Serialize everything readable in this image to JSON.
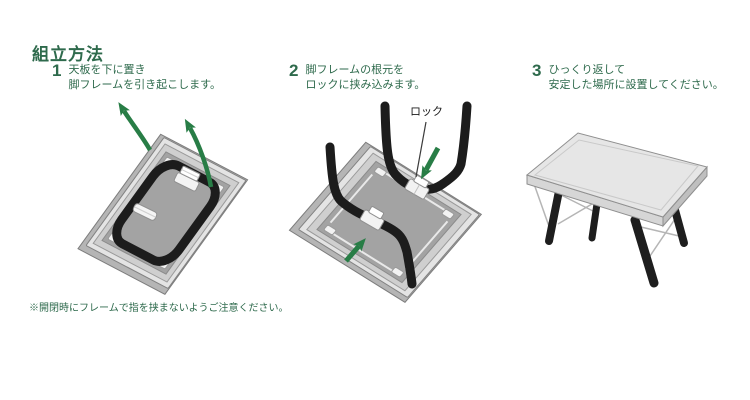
{
  "document": {
    "title": "組立方法"
  },
  "steps": [
    {
      "number": "1",
      "lines": [
        "天板を下に置き",
        "脚フレームを引き起こします。"
      ]
    },
    {
      "number": "2",
      "lines": [
        "脚フレームの根元を",
        "ロックに挟み込みます。"
      ]
    },
    {
      "number": "3",
      "lines": [
        "ひっくり返して",
        "安定した場所に設置してください。"
      ]
    }
  ],
  "callout": {
    "lock_label": "ロック"
  },
  "footnote": "※開閉時にフレームで指を挟まないようご注意ください。",
  "colors": {
    "text_green": "#2e6a4c",
    "arrow_green": "#287d46",
    "frame_tube_black": "#1c1c1c",
    "tabletop_panel_gray": "#a3a3a3",
    "tabletop_rim_gray": "#e4e4e4",
    "lock_clip_white": "#f2f2f2"
  },
  "icons": {
    "step1_arrows": "curved-lift-arrow",
    "step2_arrows": "press-in-arrow",
    "step2_callout": "lock-leader-line"
  }
}
